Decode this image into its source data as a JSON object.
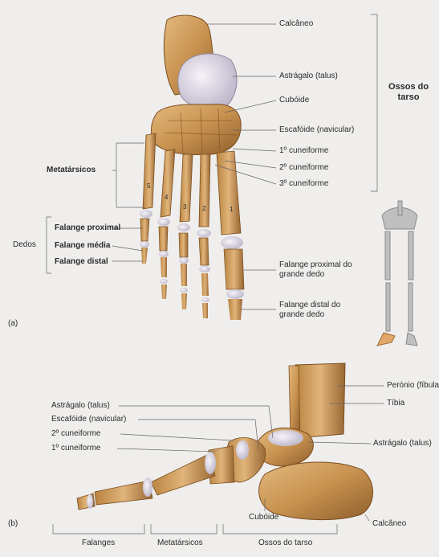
{
  "panel_a": {
    "tag": "(a)",
    "right_labels": {
      "calcaneo": "Calcâneo",
      "astragalo": "Astrágalo (talus)",
      "cuboide": "Cubóide",
      "escafoide": "Escafóide (navicular)",
      "cuneiforme1": "1º cuneiforme",
      "cuneiforme2": "2º cuneiforme",
      "cuneiforme3": "3º cuneiforme",
      "falange_proximal_grande": "Falange proximal do grande dedo",
      "falange_distal_grande": "Falange distal do grande dedo"
    },
    "group_label": "Ossos do tarso",
    "left_labels": {
      "metatarsicos": "Metatársicos",
      "dedos": "Dedos",
      "falange_proximal": "Falange proximal",
      "falange_media": "Falange média",
      "falange_distal": "Falange distal"
    },
    "digit_numbers": [
      "5",
      "4",
      "3",
      "2",
      "1"
    ]
  },
  "panel_b": {
    "tag": "(b)",
    "labels": {
      "astragalo": "Astrágalo (talus)",
      "escafoide": "Escafóide (navicular)",
      "cuneiforme2": "2º cuneiforme",
      "cuneiforme1": "1º cuneiforme",
      "peronio": "Perónio (fíbula)",
      "tibia": "Tíbia",
      "astragalo_right": "Astrágalo (talus)",
      "cuboide": "Cubóide",
      "calcaneo": "Calcâneo",
      "falanges": "Falanges",
      "metatarsicos": "Metatársicos",
      "ossos_tarso": "Ossos do tarso"
    }
  }
}
